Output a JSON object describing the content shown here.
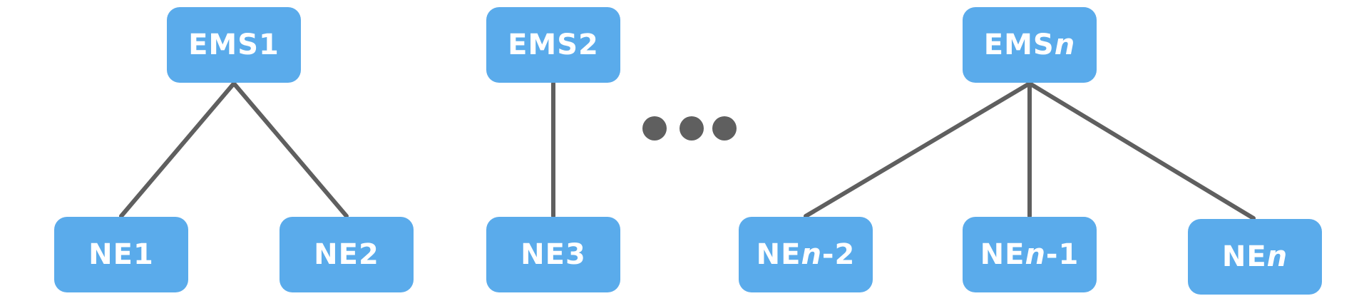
{
  "colors": {
    "node_fill": "#5aabeb",
    "node_text": "#ffffff",
    "connector": "#5f5f5f",
    "ellipsis": "#5f5f5f"
  },
  "ems": [
    {
      "prefix": "EMS ",
      "var": "",
      "suffix": "1"
    },
    {
      "prefix": "EMS ",
      "var": "",
      "suffix": "2"
    },
    {
      "prefix": "EMS ",
      "var": "n",
      "suffix": ""
    }
  ],
  "ne": [
    {
      "prefix": "NE ",
      "var": "",
      "suffix": "1"
    },
    {
      "prefix": "NE ",
      "var": "",
      "suffix": "2"
    },
    {
      "prefix": "NE ",
      "var": "",
      "suffix": "3"
    },
    {
      "prefix": "NE ",
      "var": "n",
      "suffix": "-2"
    },
    {
      "prefix": "NE ",
      "var": "n",
      "suffix": "-1"
    },
    {
      "prefix": "NE ",
      "var": "n",
      "suffix": ""
    }
  ]
}
